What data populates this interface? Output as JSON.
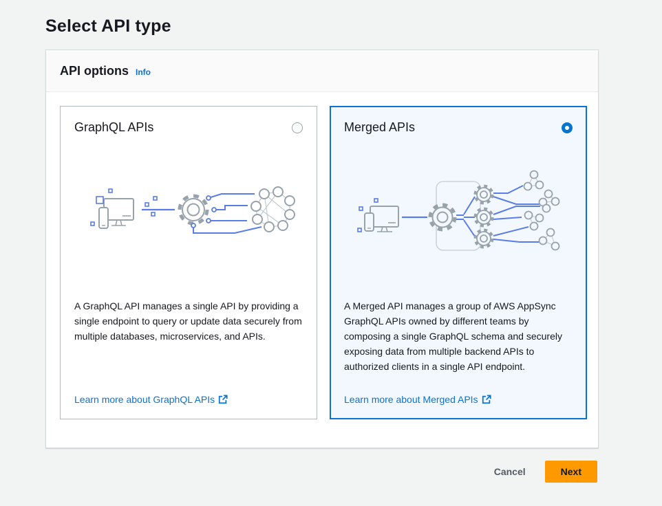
{
  "page": {
    "title": "Select API type"
  },
  "panel": {
    "title": "API options",
    "info_label": "Info"
  },
  "cards": [
    {
      "title": "GraphQL APIs",
      "selected": false,
      "description": "A GraphQL API manages a single API by providing a single endpoint to query or update data securely from multiple databases, microservices, and APIs.",
      "link_label": "Learn more about GraphQL APIs"
    },
    {
      "title": "Merged APIs",
      "selected": true,
      "description": "A Merged API manages a group of AWS AppSync GraphQL APIs owned by different teams by composing a single GraphQL schema and securely exposing data from multiple backend APIs to authorized clients in a single API endpoint.",
      "link_label": "Learn more about Merged APIs"
    }
  ],
  "footer": {
    "cancel_label": "Cancel",
    "next_label": "Next"
  },
  "icons": {
    "external_link": "external-link-icon",
    "radio_unselected": "radio-circle-outline",
    "radio_selected": "radio-circle-filled"
  },
  "colors": {
    "accent_blue": "#0972d3",
    "selected_card_bg": "#f2f8fd",
    "primary_button_orange": "#ff9900",
    "illustration_blue": "#5a7ce6",
    "illustration_gray": "#98a2ab",
    "page_bg": "#f2f3f3"
  }
}
